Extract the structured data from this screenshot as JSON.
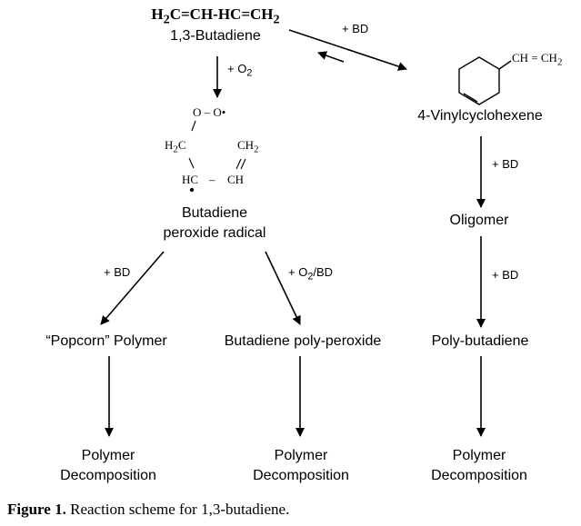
{
  "butadiene": {
    "formula": {
      "p1": "H",
      "s1": "2",
      "p2": "C=CH-HC=CH",
      "s2": "2"
    },
    "name": "1,3-Butadiene"
  },
  "vinylcyclohexene": {
    "substituent": {
      "p1": "CH = CH",
      "s1": "2"
    },
    "name": "4-Vinylcyclohexene"
  },
  "peroxide_structure": {
    "top": "O – O•",
    "h2c": {
      "p": "H",
      "s": "2",
      "t": "C"
    },
    "ch2": {
      "p": "CH",
      "s": "2"
    },
    "bottom_left": "HC",
    "bottom_dash": "–",
    "bottom_right": "CH"
  },
  "peroxide_radical": {
    "line1": "Butadiene",
    "line2": "peroxide radical"
  },
  "oligomer": "Oligomer",
  "popcorn_polymer": "“Popcorn” Polymer",
  "polyperoxide": "Butadiene poly-peroxide",
  "polybutadiene": "Poly-butadiene",
  "decomposition": {
    "line1": "Polymer",
    "line2": "Decomposition"
  },
  "arrow_labels": {
    "bd_to_vch": "+ BD",
    "o2": {
      "p": "+ O",
      "s": "2"
    },
    "vch_to_oligomer": "+ BD",
    "oligomer_to_polybutadiene": "+ BD",
    "radical_to_popcorn": "+ BD",
    "radical_to_polyperoxide": {
      "p1": "+ O",
      "s1": "2",
      "p2": "/BD"
    }
  },
  "caption": {
    "label": "Figure 1.",
    "text": " Reaction scheme for 1,3-butadiene."
  }
}
